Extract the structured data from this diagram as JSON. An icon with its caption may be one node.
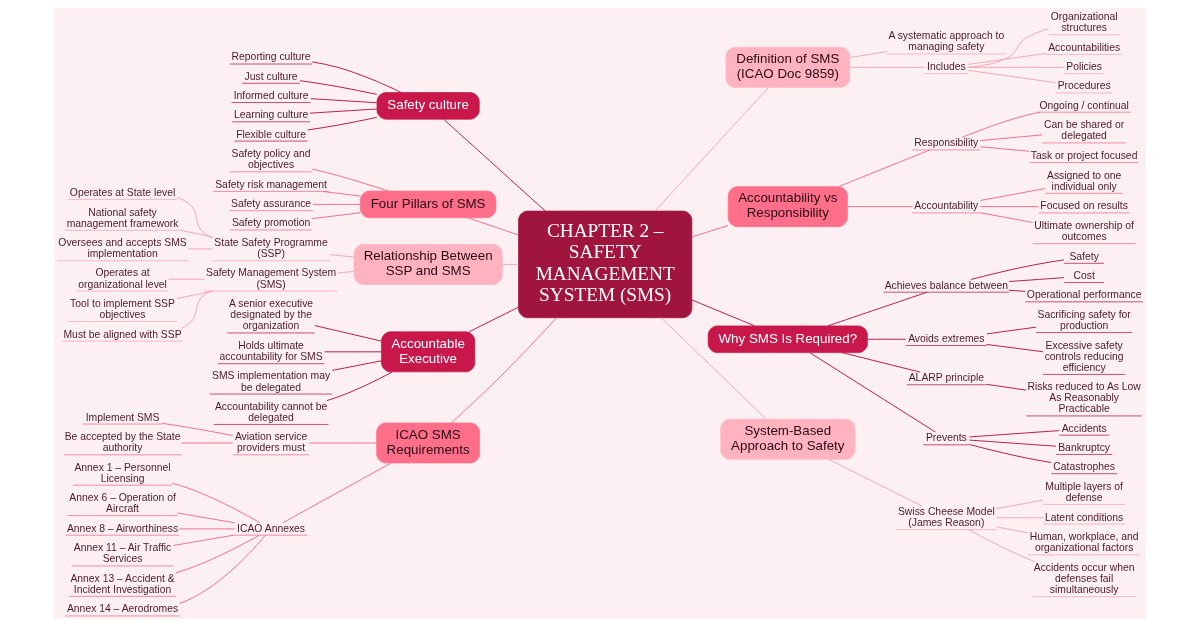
{
  "diagram": {
    "nodes": [
      {
        "text": [
          "CHAPTER 2 – SAFETY MANAGEMENT SYSTEM (SMS)"
        ]
      },
      {
        "text": [
          "Safety culture"
        ]
      },
      {
        "text": [
          "Reporting culture"
        ]
      },
      {
        "text": [
          "Just culture"
        ]
      },
      {
        "text": [
          "Informed culture"
        ]
      },
      {
        "text": [
          "Learning culture"
        ]
      },
      {
        "text": [
          "Flexible culture"
        ]
      },
      {
        "text": [
          "Four Pillars of SMS"
        ]
      },
      {
        "text": [
          "Safety policy and objectives"
        ]
      },
      {
        "text": [
          "Safety risk management"
        ]
      },
      {
        "text": [
          "Safety assurance"
        ]
      },
      {
        "text": [
          "Safety promotion"
        ]
      },
      {
        "text": [
          "Relationship Between SSP and SMS"
        ]
      },
      {
        "text": [
          "State Safety Programme (SSP)"
        ]
      },
      {
        "text": [
          "Operates at State level"
        ]
      },
      {
        "text": [
          "National safety management framework"
        ]
      },
      {
        "text": [
          "Oversees and accepts SMS implementation"
        ]
      },
      {
        "text": [
          "Safety Management System (SMS)"
        ]
      },
      {
        "text": [
          "Operates at organizational level"
        ]
      },
      {
        "text": [
          "Tool to implement SSP objectives"
        ]
      },
      {
        "text": [
          "Must be aligned with SSP"
        ]
      },
      {
        "text": [
          "Accountable Executive"
        ]
      },
      {
        "text": [
          "A senior executive designated by the organization"
        ]
      },
      {
        "text": [
          "Holds ultimate accountability for SMS"
        ]
      },
      {
        "text": [
          "SMS implementation may be delegated"
        ]
      },
      {
        "text": [
          "Accountability cannot be delegated"
        ]
      },
      {
        "text": [
          "ICAO SMS Requirements"
        ]
      },
      {
        "text": [
          "Aviation service providers must"
        ]
      },
      {
        "text": [
          "Implement SMS"
        ]
      },
      {
        "text": [
          "Be accepted by the State authority"
        ]
      },
      {
        "text": [
          "ICAO Annexes"
        ]
      },
      {
        "text": [
          "Annex 1 – Personnel Licensing"
        ]
      },
      {
        "text": [
          "Annex 6 – Operation of Aircraft"
        ]
      },
      {
        "text": [
          "Annex 8 – Airworthiness"
        ]
      },
      {
        "text": [
          "Annex 11 – Air Traffic Services"
        ]
      },
      {
        "text": [
          "Annex 13 – Accident & Incident Investigation"
        ]
      },
      {
        "text": [
          "Annex 14 – Aerodromes"
        ]
      },
      {
        "text": [
          "Definition of SMS (ICAO Doc 9859)"
        ]
      },
      {
        "text": [
          "A systematic approach to managing safety"
        ]
      },
      {
        "text": [
          "Includes"
        ]
      },
      {
        "text": [
          "Organizational structures"
        ]
      },
      {
        "text": [
          "Accountabilities"
        ]
      },
      {
        "text": [
          "Policies"
        ]
      },
      {
        "text": [
          "Procedures"
        ]
      },
      {
        "text": [
          "Accountability vs Responsibility"
        ]
      },
      {
        "text": [
          "Responsibility"
        ]
      },
      {
        "text": [
          "Ongoing / continual"
        ]
      },
      {
        "text": [
          "Can be shared or delegated"
        ]
      },
      {
        "text": [
          "Task or project focused"
        ]
      },
      {
        "text": [
          "Accountability"
        ]
      },
      {
        "text": [
          "Assigned to one individual only"
        ]
      },
      {
        "text": [
          "Focused on results"
        ]
      },
      {
        "text": [
          "Ultimate ownership of outcomes"
        ]
      },
      {
        "text": [
          "Why SMS Is Required?"
        ]
      },
      {
        "text": [
          "Achieves balance between"
        ]
      },
      {
        "text": [
          "Safety"
        ]
      },
      {
        "text": [
          "Cost"
        ]
      },
      {
        "text": [
          "Operational performance"
        ]
      },
      {
        "text": [
          "Avoids extremes"
        ]
      },
      {
        "text": [
          "Sacrificing safety for production"
        ]
      },
      {
        "text": [
          "Excessive safety controls reducing efficiency"
        ]
      },
      {
        "text": [
          "ALARP principle"
        ]
      },
      {
        "text": [
          "Risks reduced to As Low As Reasonably Practicable"
        ]
      },
      {
        "text": [
          "Prevents"
        ]
      },
      {
        "text": [
          "Accidents"
        ]
      },
      {
        "text": [
          "Bankruptcy"
        ]
      },
      {
        "text": [
          "Catastrophes"
        ]
      },
      {
        "text": [
          "System-Based Approach to Safety"
        ]
      },
      {
        "text": [
          "Swiss Cheese Model (James Reason)"
        ]
      },
      {
        "text": [
          "Multiple layers of defense"
        ]
      },
      {
        "text": [
          "Latent conditions"
        ]
      },
      {
        "text": [
          "Human, workplace, and organizational factors"
        ]
      },
      {
        "text": [
          "Accidents occur when defenses fail simultaneously"
        ]
      }
    ],
    "edges": [
      {
        "from": 0,
        "to": 1,
        "arrow": "none",
        "color": "#b3174a"
      },
      {
        "from": 1,
        "to": 2,
        "arrow": "none",
        "color": "#b3174a"
      },
      {
        "from": 1,
        "to": 3,
        "arrow": "none",
        "color": "#b3174a"
      },
      {
        "from": 1,
        "to": 4,
        "arrow": "none",
        "color": "#b3174a"
      },
      {
        "from": 1,
        "to": 5,
        "arrow": "none",
        "color": "#b3174a"
      },
      {
        "from": 1,
        "to": 6,
        "arrow": "none",
        "color": "#b3174a"
      },
      {
        "from": 0,
        "to": 7,
        "arrow": "none",
        "color": "#f06a8a"
      },
      {
        "from": 7,
        "to": 8,
        "arrow": "none",
        "color": "#f06a8a"
      },
      {
        "from": 7,
        "to": 9,
        "arrow": "none",
        "color": "#f06a8a"
      },
      {
        "from": 7,
        "to": 10,
        "arrow": "none",
        "color": "#f06a8a"
      },
      {
        "from": 7,
        "to": 11,
        "arrow": "none",
        "color": "#f06a8a"
      },
      {
        "from": 0,
        "to": 12,
        "arrow": "none",
        "color": "#f5a3b5"
      },
      {
        "from": 12,
        "to": 13,
        "arrow": "none",
        "color": "#f5a3b5"
      },
      {
        "from": 13,
        "to": 14,
        "arrow": "none",
        "color": "#f5a3b5"
      },
      {
        "from": 13,
        "to": 15,
        "arrow": "none",
        "color": "#f5a3b5"
      },
      {
        "from": 13,
        "to": 16,
        "arrow": "none",
        "color": "#f5a3b5"
      },
      {
        "from": 12,
        "to": 17,
        "arrow": "none",
        "color": "#f5a3b5"
      },
      {
        "from": 17,
        "to": 18,
        "arrow": "none",
        "color": "#f5a3b5"
      },
      {
        "from": 17,
        "to": 19,
        "arrow": "none",
        "color": "#f5a3b5"
      },
      {
        "from": 17,
        "to": 20,
        "arrow": "none",
        "color": "#f5a3b5"
      },
      {
        "from": 0,
        "to": 21,
        "arrow": "none",
        "color": "#b3174a"
      },
      {
        "from": 21,
        "to": 22,
        "arrow": "none",
        "color": "#b3174a"
      },
      {
        "from": 21,
        "to": 23,
        "arrow": "none",
        "color": "#b3174a"
      },
      {
        "from": 21,
        "to": 24,
        "arrow": "none",
        "color": "#b3174a"
      },
      {
        "from": 21,
        "to": 25,
        "arrow": "none",
        "color": "#b3174a"
      },
      {
        "from": 0,
        "to": 26,
        "arrow": "none",
        "color": "#f06a8a"
      },
      {
        "from": 26,
        "to": 27,
        "arrow": "none",
        "color": "#f06a8a"
      },
      {
        "from": 27,
        "to": 28,
        "arrow": "none",
        "color": "#f06a8a"
      },
      {
        "from": 27,
        "to": 29,
        "arrow": "none",
        "color": "#f06a8a"
      },
      {
        "from": 26,
        "to": 30,
        "arrow": "none",
        "color": "#f06a8a"
      },
      {
        "from": 30,
        "to": 31,
        "arrow": "none",
        "color": "#f06a8a"
      },
      {
        "from": 30,
        "to": 32,
        "arrow": "none",
        "color": "#f06a8a"
      },
      {
        "from": 30,
        "to": 33,
        "arrow": "none",
        "color": "#f06a8a"
      },
      {
        "from": 30,
        "to": 34,
        "arrow": "none",
        "color": "#f06a8a"
      },
      {
        "from": 30,
        "to": 35,
        "arrow": "none",
        "color": "#f06a8a"
      },
      {
        "from": 30,
        "to": 36,
        "arrow": "none",
        "color": "#f06a8a"
      },
      {
        "from": 0,
        "to": 37,
        "arrow": "none",
        "color": "#f5a3b5"
      },
      {
        "from": 37,
        "to": 38,
        "arrow": "none",
        "color": "#f5a3b5"
      },
      {
        "from": 37,
        "to": 39,
        "arrow": "none",
        "color": "#f5a3b5"
      },
      {
        "from": 39,
        "to": 40,
        "arrow": "none",
        "color": "#f5a3b5"
      },
      {
        "from": 39,
        "to": 41,
        "arrow": "none",
        "color": "#f5a3b5"
      },
      {
        "from": 39,
        "to": 42,
        "arrow": "none",
        "color": "#f5a3b5"
      },
      {
        "from": 39,
        "to": 43,
        "arrow": "none",
        "color": "#f5a3b5"
      },
      {
        "from": 0,
        "to": 44,
        "arrow": "none",
        "color": "#f06a8a"
      },
      {
        "from": 44,
        "to": 45,
        "arrow": "none",
        "color": "#f06a8a"
      },
      {
        "from": 45,
        "to": 46,
        "arrow": "none",
        "color": "#f06a8a"
      },
      {
        "from": 45,
        "to": 47,
        "arrow": "none",
        "color": "#f06a8a"
      },
      {
        "from": 45,
        "to": 48,
        "arrow": "none",
        "color": "#f06a8a"
      },
      {
        "from": 44,
        "to": 49,
        "arrow": "none",
        "color": "#f06a8a"
      },
      {
        "from": 49,
        "to": 50,
        "arrow": "none",
        "color": "#f06a8a"
      },
      {
        "from": 49,
        "to": 51,
        "arrow": "none",
        "color": "#f06a8a"
      },
      {
        "from": 49,
        "to": 52,
        "arrow": "none",
        "color": "#f06a8a"
      },
      {
        "from": 0,
        "to": 53,
        "arrow": "none",
        "color": "#b3174a"
      },
      {
        "from": 53,
        "to": 54,
        "arrow": "none",
        "color": "#b3174a"
      },
      {
        "from": 54,
        "to": 55,
        "arrow": "none",
        "color": "#b3174a"
      },
      {
        "from": 54,
        "to": 56,
        "arrow": "none",
        "color": "#b3174a"
      },
      {
        "from": 54,
        "to": 57,
        "arrow": "none",
        "color": "#b3174a"
      },
      {
        "from": 53,
        "to": 58,
        "arrow": "none",
        "color": "#b3174a"
      },
      {
        "from": 58,
        "to": 59,
        "arrow": "none",
        "color": "#b3174a"
      },
      {
        "from": 58,
        "to": 60,
        "arrow": "none",
        "color": "#b3174a"
      },
      {
        "from": 53,
        "to": 61,
        "arrow": "none",
        "color": "#b3174a"
      },
      {
        "from": 61,
        "to": 62,
        "arrow": "none",
        "color": "#b3174a"
      },
      {
        "from": 53,
        "to": 63,
        "arrow": "none",
        "color": "#b3174a"
      },
      {
        "from": 63,
        "to": 64,
        "arrow": "none",
        "color": "#b3174a"
      },
      {
        "from": 63,
        "to": 65,
        "arrow": "none",
        "color": "#b3174a"
      },
      {
        "from": 63,
        "to": 66,
        "arrow": "none",
        "color": "#b3174a"
      },
      {
        "from": 0,
        "to": 67,
        "arrow": "none",
        "color": "#f5a3b5"
      },
      {
        "from": 67,
        "to": 68,
        "arrow": "none",
        "color": "#f5a3b5"
      },
      {
        "from": 68,
        "to": 69,
        "arrow": "none",
        "color": "#f5a3b5"
      },
      {
        "from": 68,
        "to": 70,
        "arrow": "none",
        "color": "#f5a3b5"
      },
      {
        "from": 68,
        "to": 71,
        "arrow": "none",
        "color": "#f5a3b5"
      },
      {
        "from": 68,
        "to": 72,
        "arrow": "none",
        "color": "#f5a3b5"
      }
    ]
  }
}
